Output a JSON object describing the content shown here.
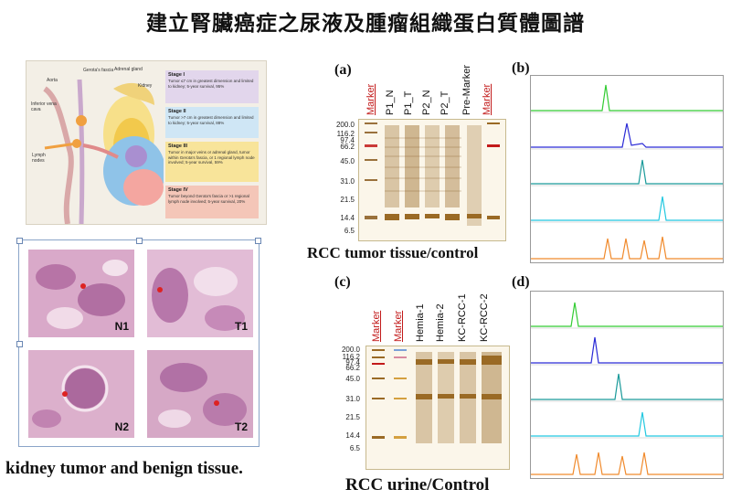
{
  "title": "建立腎臟癌症之尿液及腫瘤組織蛋白質體圖譜",
  "colors": {
    "green": "#33cc33",
    "blue": "#2a2ad6",
    "teal": "#1a9a9a",
    "cyan": "#22c8e0",
    "orange": "#f08a2c",
    "marker_red": "#c21a1a"
  },
  "staging": {
    "anatomy_labels": [
      "Aorta",
      "Gerota's fascia",
      "Adrenal gland",
      "Kidney",
      "Inferior vena cava",
      "Lymph nodes"
    ],
    "stages": [
      {
        "label": "Stage I",
        "text": "Tumor ≤7 cm in greatest dimension and limited to kidney; 5-year survival, 95%"
      },
      {
        "label": "Stage II",
        "text": "Tumor >7 cm in greatest dimension and limited to kidney; 5-year survival, 88%"
      },
      {
        "label": "Stage III",
        "text": "Tumor in major veins or adrenal gland, tumor within Gerota's fascia, or 1 regional lymph node involved; 5-year survival, 59%"
      },
      {
        "label": "Stage IV",
        "text": "Tumor beyond Gerota's fascia or >1 regional lymph node involved; 5-year survival, 20%"
      }
    ]
  },
  "histology": {
    "tiles": [
      "N1",
      "T1",
      "N2",
      "T2"
    ],
    "caption": "kidney tumor and benign tissue."
  },
  "panel_a": {
    "label": "(a)",
    "lanes": [
      "Marker",
      "P1_N",
      "P1_T",
      "P2_N",
      "P2_T",
      "Pre-Marker",
      "Marker"
    ],
    "mw": [
      "200.0",
      "116.2",
      "97.4",
      "66.2",
      "45.0",
      "31.0",
      "21.5",
      "14.4",
      "6.5"
    ],
    "caption": "RCC tumor tissue/control"
  },
  "panel_b": {
    "label": "(b)"
  },
  "panel_c": {
    "label": "(c)",
    "lanes": [
      "Marker",
      "Marker",
      "Hemia-1",
      "Hemia-2",
      "KC-RCC-1",
      "KC-RCC-2"
    ],
    "mw": [
      "200.0",
      "116.2",
      "97.4",
      "66.2",
      "45.0",
      "31.0",
      "21.5",
      "14.4",
      "6.5"
    ],
    "caption": "RCC urine/Control"
  },
  "panel_d": {
    "label": "(d)"
  }
}
